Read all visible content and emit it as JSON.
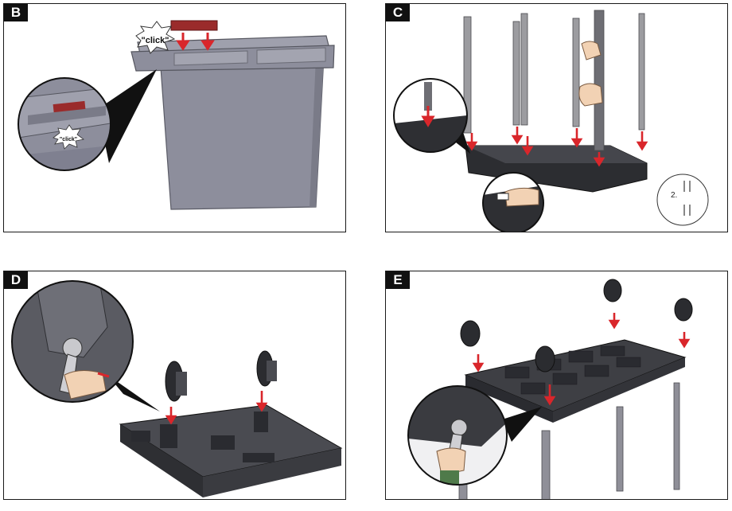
{
  "panels": [
    {
      "id": "B",
      "label": "B",
      "click_callout": "\"click\"",
      "click_zoom": "\"click\""
    },
    {
      "id": "C",
      "label": "C",
      "parts_count": "2."
    },
    {
      "id": "D",
      "label": "D"
    },
    {
      "id": "E",
      "label": "E"
    }
  ],
  "colors": {
    "frame": "#1a1a1a",
    "arrow_red": "#d9262b",
    "bin_gray": "#8d8e9c",
    "dark_plastic": "#34353a",
    "metal_leg": "#8a8a8e"
  }
}
